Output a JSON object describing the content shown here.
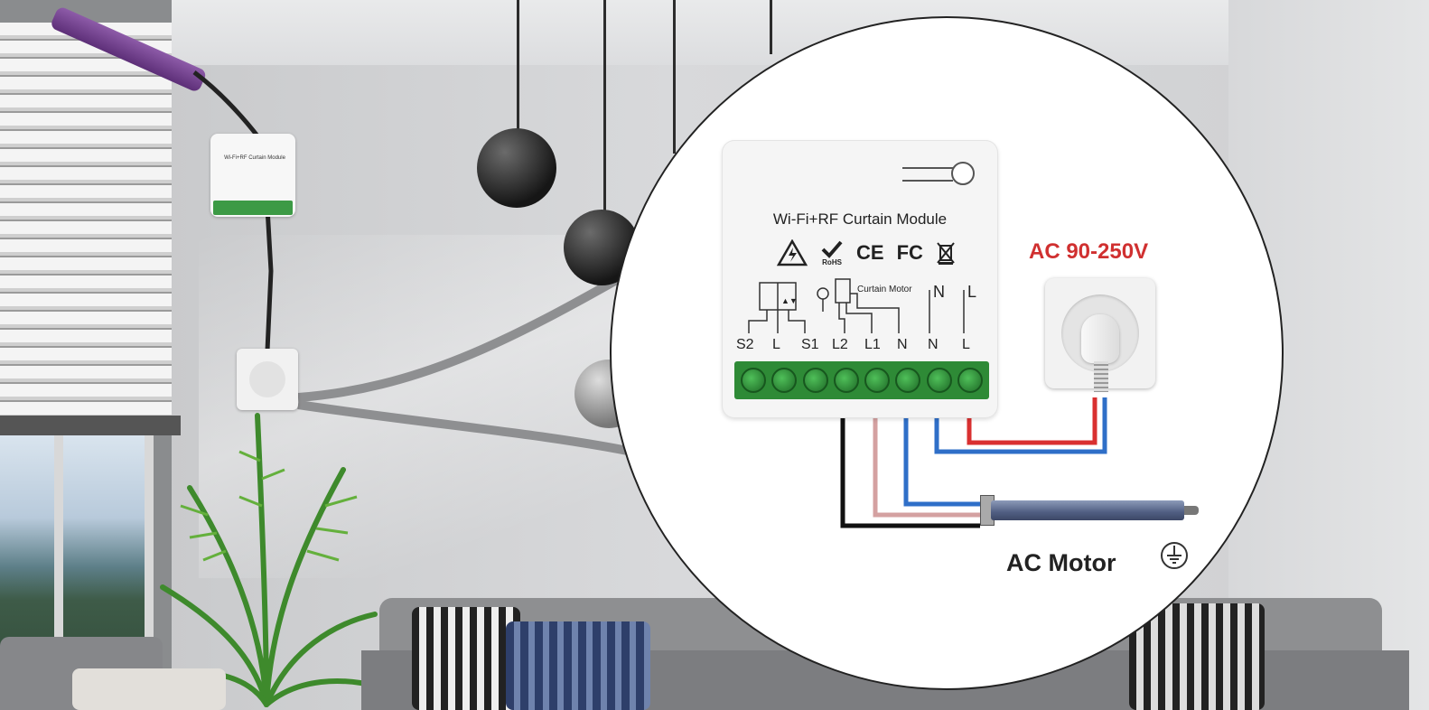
{
  "module": {
    "title": "Wi-Fi+RF Curtain Module",
    "certifications": [
      "CE",
      "FC"
    ],
    "rohs": "RoHS",
    "schematic_label": "Curtain Motor",
    "top_labels": [
      "N",
      "L"
    ],
    "terminals": [
      "S2",
      "L",
      "S1",
      "L2",
      "L1",
      "N",
      "N",
      "L"
    ]
  },
  "mini_module_text": "Wi-Fi+RF Curtain Module",
  "power": {
    "label": "AC 90-250V"
  },
  "motor": {
    "label": "AC Motor"
  },
  "colors": {
    "live_wire": "#d93030",
    "neutral_wire": "#2f6fc8",
    "motor_wire_a": "#111111",
    "motor_wire_b": "#d4a1a1",
    "terminal_green": "#2e8a36",
    "voltage_text": "#d03030"
  }
}
